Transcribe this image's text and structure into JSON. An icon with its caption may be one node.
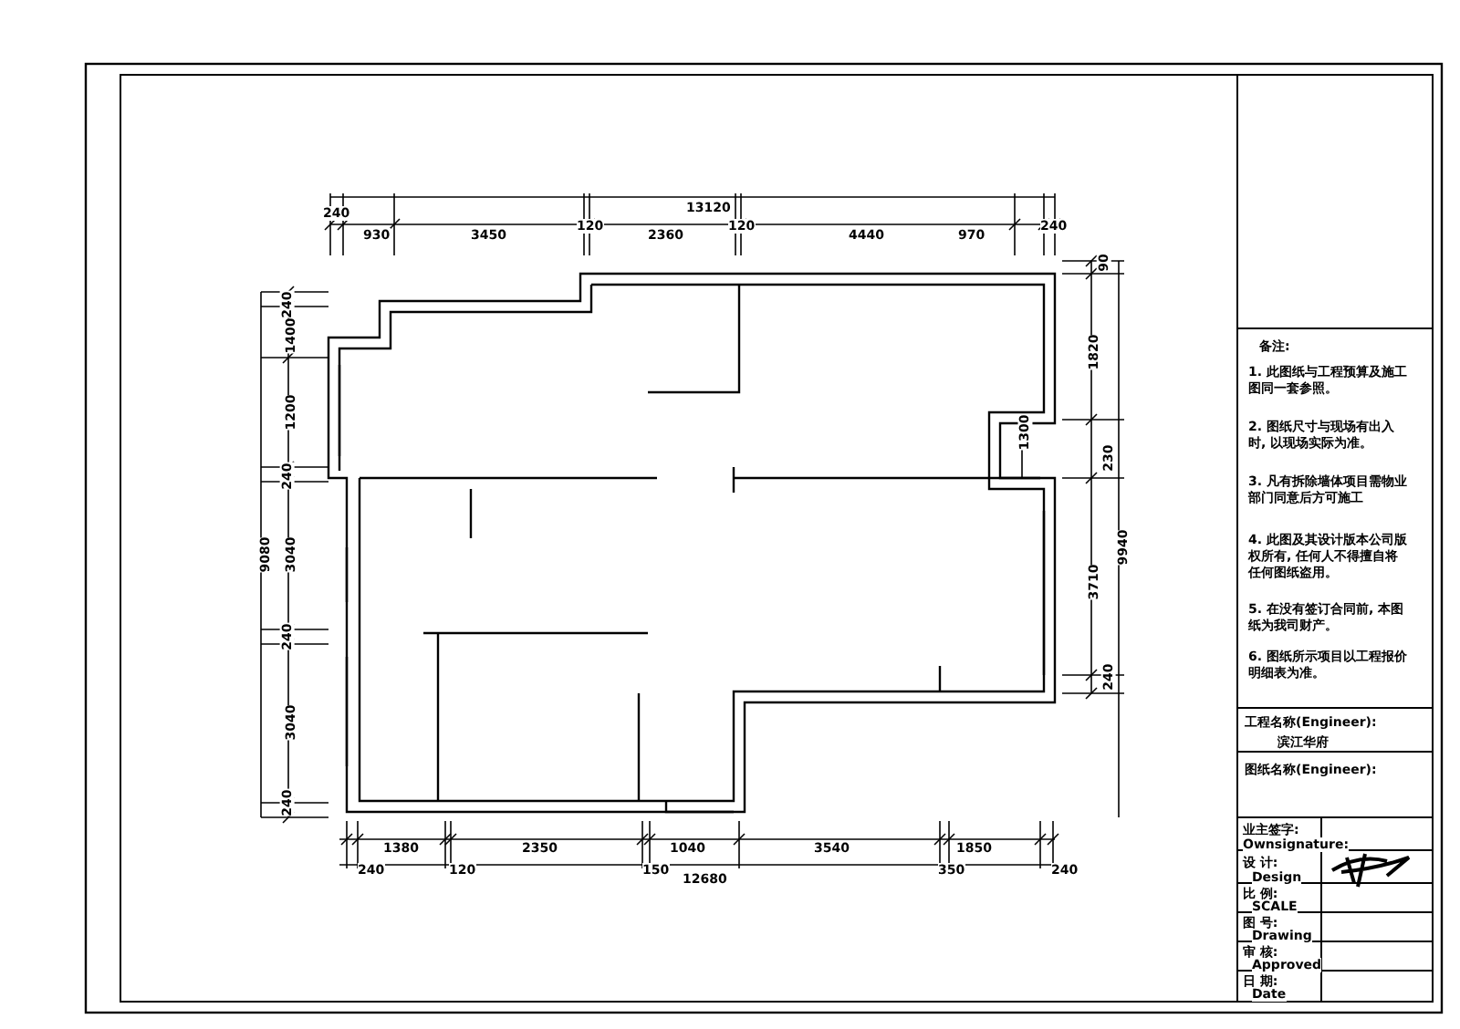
{
  "diagram": {
    "labels": [
      "13120",
      "240",
      "930",
      "3450",
      "120",
      "2360",
      "120",
      "4440",
      "970",
      "240",
      "9080",
      "240",
      "1400",
      "1200",
      "240",
      "3040",
      "240",
      "3040",
      "240",
      "90",
      "1820",
      "1300",
      "230",
      "3710",
      "240",
      "9940",
      "1380",
      "2350",
      "1040",
      "3540",
      "1850",
      "240",
      "120",
      "150",
      "350",
      "240",
      "12680",
      "备注:",
      "1. 此图纸与工程预算及施工图同一套参照。",
      "2. 图纸尺寸与现场有出入时, 以现场实际为准。",
      "3. 凡有拆除墙体项目需物业部门同意后方可施工",
      "4. 此图及其设计版本公司版权所有, 任何人不得擅自将任何图纸盗用。",
      "5. 在没有签订合同前, 本图纸为我司财产。",
      "6. 图纸所示项目以工程报价明细表为准。",
      "工程名称(Engineer):",
      "滨江华府",
      "图纸名称(Engineer):",
      "业主签字:",
      "Ownsignature:",
      "设 计:",
      "Design",
      "比 例:",
      "SCALE",
      "图 号:",
      "Drawing",
      "审 核:",
      "Approved",
      "日 期:",
      "Date"
    ]
  }
}
